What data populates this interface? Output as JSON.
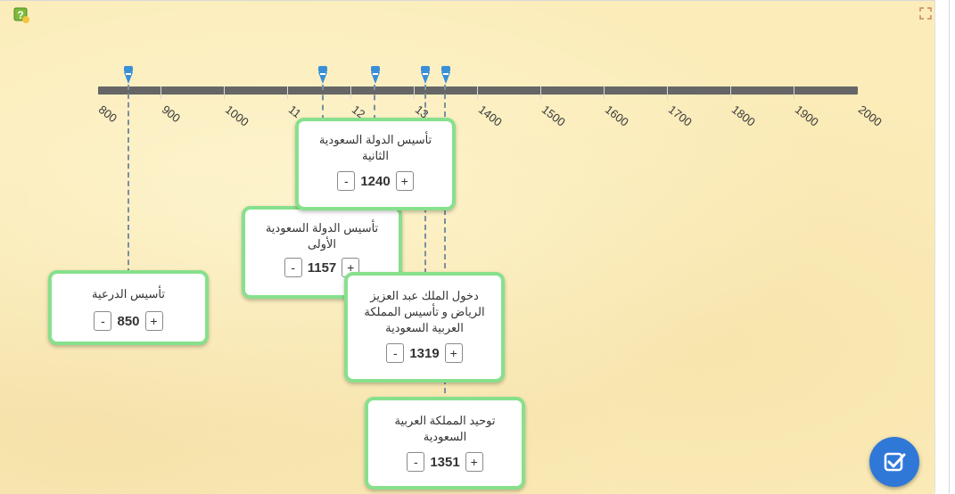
{
  "timeline": {
    "years": [
      "800",
      "900",
      "1000",
      "11",
      "12",
      "13",
      "1400",
      "1500",
      "1600",
      "1700",
      "1800",
      "1900",
      "2000"
    ]
  },
  "events": [
    {
      "title": "تأسيس الدرعية",
      "year": "850"
    },
    {
      "title": "تأسيس الدولة السعودية الأولى",
      "year": "1157"
    },
    {
      "title": "تأسيس الدولة السعودية الثانية",
      "year": "1240"
    },
    {
      "title": "دخول الملك عبد العزيز الرياض و تأسيس المملكة العربية السعودية",
      "year": "1319"
    },
    {
      "title": "توحيد المملكة العربية السعودية",
      "year": "1351"
    }
  ],
  "controls": {
    "minus": "-",
    "plus": "+"
  },
  "colors": {
    "card_border": "#87e08c",
    "axis": "#666666",
    "pin": "#3a8fd6",
    "check_button": "#2f78d8"
  },
  "icons": {
    "help": "help-icon",
    "fullscreen": "fullscreen-icon",
    "check": "check-icon"
  }
}
